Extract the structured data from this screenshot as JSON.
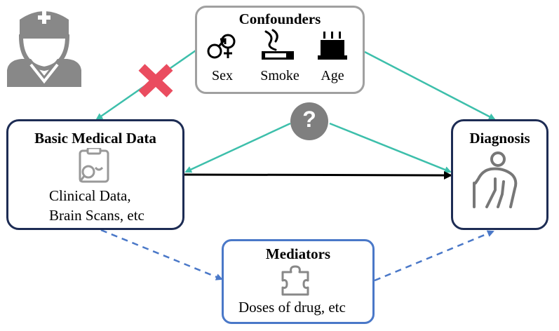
{
  "confounders": {
    "title": "Confounders",
    "items": [
      {
        "label": "Sex",
        "icon": "gender-icon"
      },
      {
        "label": "Smoke",
        "icon": "cigarette-icon"
      },
      {
        "label": "Age",
        "icon": "cake-icon"
      }
    ]
  },
  "basic_medical_data": {
    "title": "Basic Medical Data",
    "line1": "Clinical Data,",
    "line2": "Brain Scans, etc",
    "icon": "clipboard-search-icon"
  },
  "diagnosis": {
    "title": "Diagnosis",
    "icon": "elderly-person-icon"
  },
  "mediators": {
    "title": "Mediators",
    "body": "Doses of drug, etc",
    "icon": "puzzle-piece-icon"
  },
  "question_badge": "?",
  "colors": {
    "teal": "#3dbfab",
    "navy": "#1d2c54",
    "blue": "#4a78c8",
    "gray": "#a0a0a0",
    "red": "#ea4c5f"
  }
}
